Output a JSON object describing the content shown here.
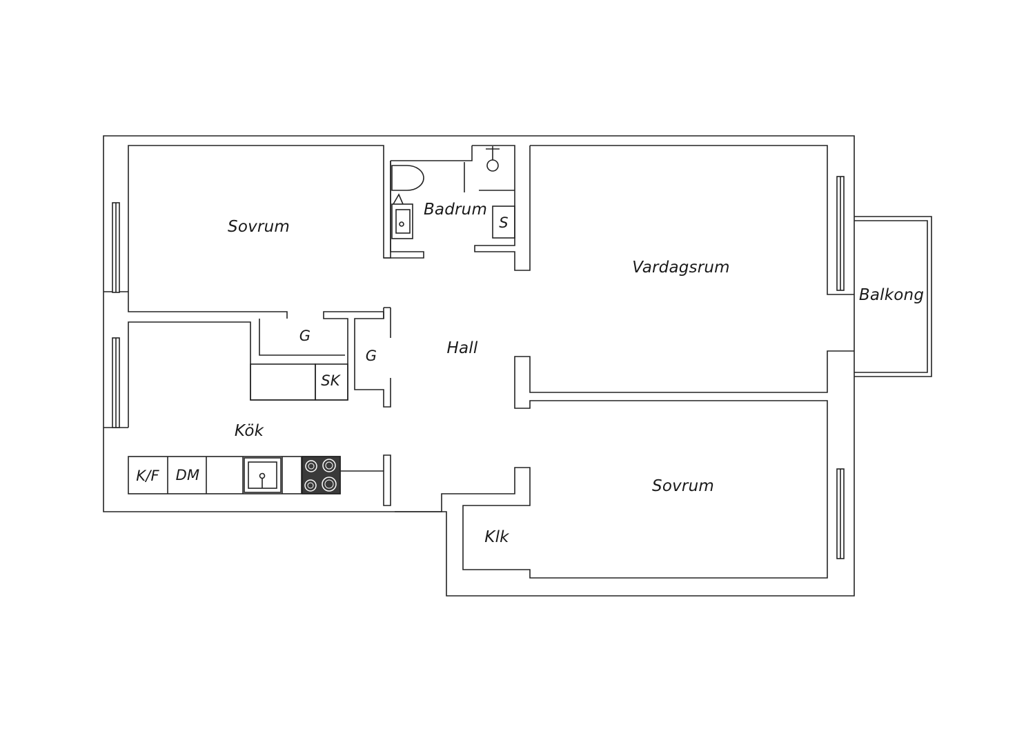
{
  "rooms": {
    "sovrum_top": "Sovrum",
    "badrum": "Badrum",
    "vardagsrum": "Vardagsrum",
    "balkong": "Balkong",
    "hall": "Hall",
    "kok": "Kök",
    "sovrum_bottom": "Sovrum",
    "klk": "Klk"
  },
  "fixtures": {
    "garderob_1": "G",
    "garderob_2": "G",
    "skap": "SK",
    "shower_s": "S",
    "kf": "K/F",
    "dm": "DM"
  }
}
